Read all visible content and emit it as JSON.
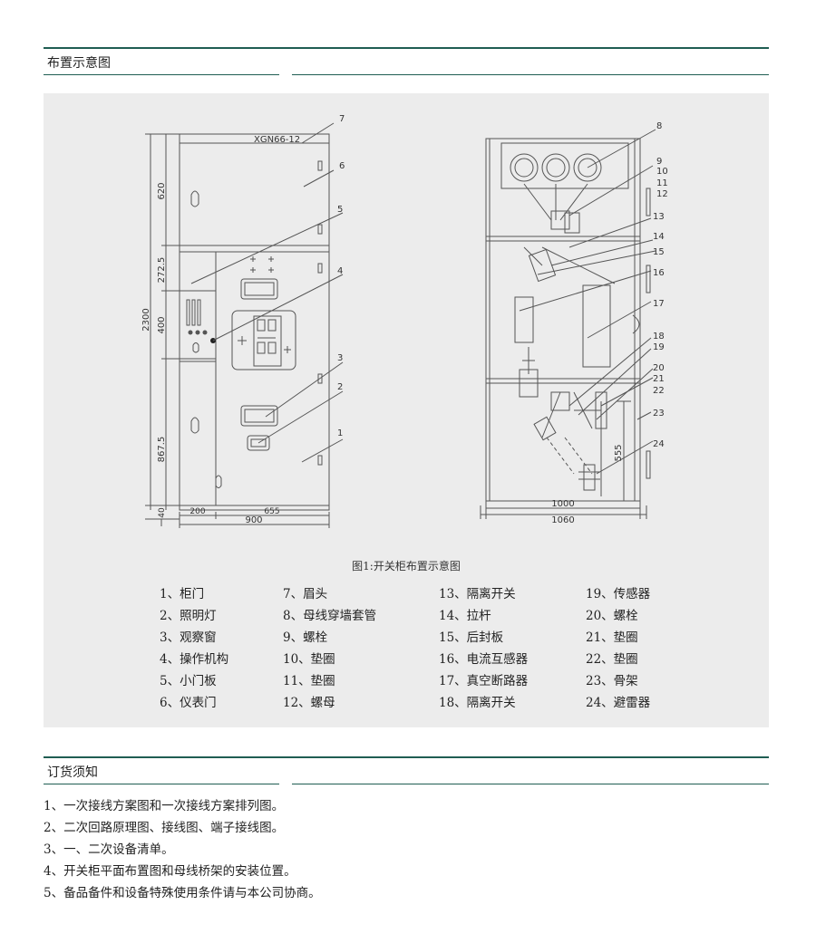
{
  "colors": {
    "accent": "#1f5d52",
    "panel_bg": "#ececec",
    "line": "#555555"
  },
  "sections": {
    "layout": {
      "title": "布置示意图"
    },
    "order": {
      "title": "订货须知"
    }
  },
  "figure": {
    "caption": "图1:开关柜布置示意图",
    "front": {
      "model_label": "XGN66-12",
      "dim_620": "620",
      "dim_272_5": "272.5",
      "dim_400": "400",
      "dim_867_5": "867.5",
      "dim_40": "40",
      "dim_2300": "2300",
      "dim_200": "200",
      "dim_655": "655",
      "dim_900": "900",
      "callouts": [
        "1",
        "2",
        "3",
        "4",
        "5",
        "6",
        "7"
      ]
    },
    "side": {
      "dim_1000": "1000",
      "dim_1060": "1060",
      "dim_555": "555",
      "callouts": [
        "8",
        "9",
        "10",
        "11",
        "12",
        "13",
        "14",
        "15",
        "16",
        "17",
        "18",
        "19",
        "20",
        "21",
        "22",
        "23",
        "24"
      ]
    }
  },
  "legend": [
    [
      "1、柜门",
      "7、眉头",
      "13、隔离开关",
      "19、传感器"
    ],
    [
      "2、照明灯",
      "8、母线穿墙套管",
      "14、拉杆",
      "20、螺栓"
    ],
    [
      "3、观察窗",
      "9、螺栓",
      "15、后封板",
      "21、垫圈"
    ],
    [
      "4、操作机构",
      "10、垫圈",
      "16、电流互感器",
      "22、垫圈"
    ],
    [
      "5、小门板",
      "11、垫圈",
      "17、真空断路器",
      "23、骨架"
    ],
    [
      "6、仪表门",
      "12、螺母",
      "18、隔离开关",
      "24、避雷器"
    ]
  ],
  "notes": [
    "1、一次接线方案图和一次接线方案排列图。",
    "2、二次回路原理图、接线图、端子接线图。",
    "3、一、二次设备清单。",
    "4、开关柜平面布置图和母线桥架的安装位置。",
    "5、备品备件和设备特殊使用条件请与本公司协商。"
  ]
}
